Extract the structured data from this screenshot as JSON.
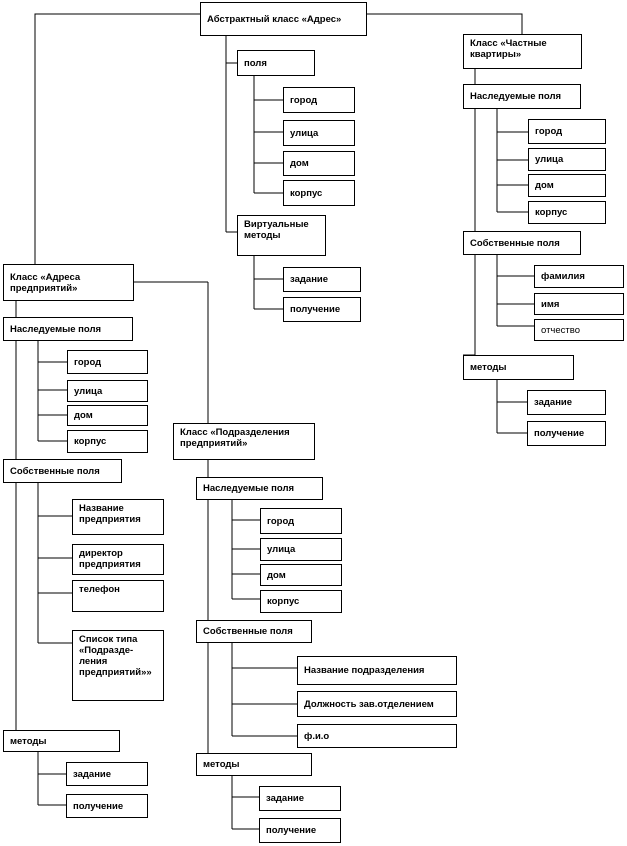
{
  "root": "Абстрактный класс «Адрес»",
  "abstract": {
    "fields_label": "поля",
    "fields": [
      "город",
      "улица",
      "дом",
      "корпус"
    ],
    "methods_label": "Виртуальные методы",
    "methods": [
      "задание",
      "получение"
    ]
  },
  "private_flats": {
    "title": "Класс «Частные квартиры»",
    "inherited_label": "Наследуемые поля",
    "inherited": [
      "город",
      "улица",
      "дом",
      "корпус"
    ],
    "own_label": "Собственные поля",
    "own": [
      "фамилия",
      "имя",
      "отчество"
    ],
    "methods_label": "методы",
    "methods": [
      "задание",
      "получение"
    ]
  },
  "enterprise": {
    "title": "Класс «Адреса предприятий»",
    "inherited_label": "Наследуемые поля",
    "inherited": [
      "город",
      "улица",
      "дом",
      "корпус"
    ],
    "own_label": "Собственные поля",
    "own": [
      "Название предприятия",
      "директор предприятия",
      "телефон",
      "Список типа «Подразде-ления предприятий»»"
    ],
    "methods_label": "методы",
    "methods": [
      "задание",
      "получение"
    ]
  },
  "division": {
    "title": "Класс «Подразделения предприятий»",
    "inherited_label": "Наследуемые поля",
    "inherited": [
      "город",
      "улица",
      "дом",
      "корпус"
    ],
    "own_label": "Собственные поля",
    "own": [
      "Название подразделения",
      "Должность зав.отделением",
      "ф.и.о"
    ],
    "methods_label": "методы",
    "methods": [
      "задание",
      "получение"
    ]
  }
}
